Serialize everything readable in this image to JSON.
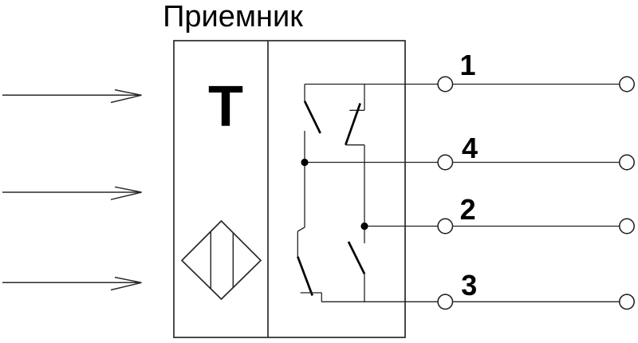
{
  "diagram": {
    "title": "Приемник",
    "receiver_letter": "T",
    "terminals": [
      {
        "label": "1"
      },
      {
        "label": "4"
      },
      {
        "label": "2"
      },
      {
        "label": "3"
      }
    ],
    "colors": {
      "line": "#222222",
      "text": "#000000",
      "background": "#ffffff"
    }
  }
}
